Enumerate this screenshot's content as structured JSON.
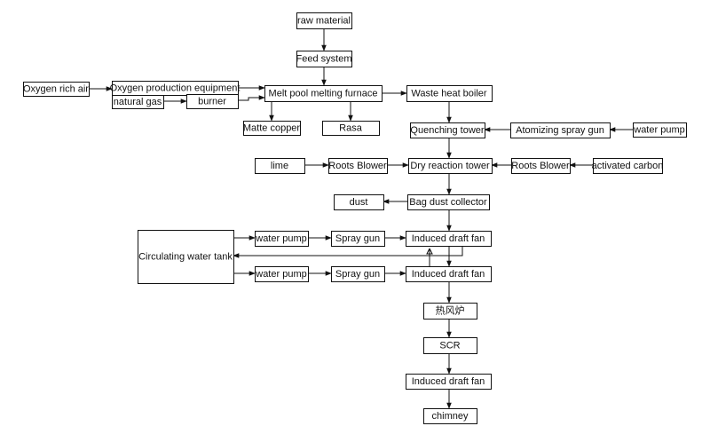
{
  "diagram": {
    "nodes": [
      {
        "id": "raw_material",
        "label": "raw material"
      },
      {
        "id": "feed_system",
        "label": "Feed system"
      },
      {
        "id": "oxygen_rich_air",
        "label": "Oxygen rich air"
      },
      {
        "id": "oxygen_equipment",
        "label": "Oxygen production equipment"
      },
      {
        "id": "natural_gas",
        "label": "natural gas"
      },
      {
        "id": "burner",
        "label": "burner"
      },
      {
        "id": "furnace",
        "label": "Melt pool melting furnace"
      },
      {
        "id": "waste_heat_boiler",
        "label": "Waste heat boiler"
      },
      {
        "id": "matte_copper",
        "label": "Matte copper"
      },
      {
        "id": "rasa",
        "label": "Rasa"
      },
      {
        "id": "quenching_tower",
        "label": "Quenching tower"
      },
      {
        "id": "atomizing_gun",
        "label": "Atomizing spray gun"
      },
      {
        "id": "water_pump_1",
        "label": "water pump"
      },
      {
        "id": "lime",
        "label": "lime"
      },
      {
        "id": "roots_blower_1",
        "label": "Roots Blower"
      },
      {
        "id": "dry_reaction_tower",
        "label": "Dry reaction tower"
      },
      {
        "id": "roots_blower_2",
        "label": "Roots Blower"
      },
      {
        "id": "activated_carbon",
        "label": "activated carbon"
      },
      {
        "id": "dust",
        "label": "dust"
      },
      {
        "id": "bag_dust_collector",
        "label": "Bag dust collector"
      },
      {
        "id": "circ_tank",
        "label": "Circulating water tank"
      },
      {
        "id": "water_pump_2",
        "label": "water pump"
      },
      {
        "id": "spray_gun_1",
        "label": "Spray gun"
      },
      {
        "id": "induced_fan_1",
        "label": "Induced draft fan"
      },
      {
        "id": "water_pump_3",
        "label": "water pump"
      },
      {
        "id": "spray_gun_2",
        "label": "Spray gun"
      },
      {
        "id": "induced_fan_2",
        "label": "Induced draft fan"
      },
      {
        "id": "hot_air_furnace",
        "label": "热风炉"
      },
      {
        "id": "scr",
        "label": "SCR"
      },
      {
        "id": "induced_fan_3",
        "label": "Induced draft fan"
      },
      {
        "id": "chimney",
        "label": "chimney"
      }
    ],
    "edges": [
      {
        "from": "raw_material",
        "to": "feed_system"
      },
      {
        "from": "feed_system",
        "to": "furnace"
      },
      {
        "from": "oxygen_rich_air",
        "to": "oxygen_equipment"
      },
      {
        "from": "oxygen_equipment",
        "to": "furnace"
      },
      {
        "from": "natural_gas",
        "to": "burner"
      },
      {
        "from": "burner",
        "to": "furnace"
      },
      {
        "from": "furnace",
        "to": "waste_heat_boiler"
      },
      {
        "from": "furnace",
        "to": "matte_copper"
      },
      {
        "from": "furnace",
        "to": "rasa"
      },
      {
        "from": "waste_heat_boiler",
        "to": "quenching_tower"
      },
      {
        "from": "water_pump_1",
        "to": "atomizing_gun"
      },
      {
        "from": "atomizing_gun",
        "to": "quenching_tower"
      },
      {
        "from": "quenching_tower",
        "to": "dry_reaction_tower"
      },
      {
        "from": "lime",
        "to": "roots_blower_1"
      },
      {
        "from": "roots_blower_1",
        "to": "dry_reaction_tower"
      },
      {
        "from": "activated_carbon",
        "to": "roots_blower_2"
      },
      {
        "from": "roots_blower_2",
        "to": "dry_reaction_tower"
      },
      {
        "from": "dry_reaction_tower",
        "to": "bag_dust_collector"
      },
      {
        "from": "bag_dust_collector",
        "to": "dust"
      },
      {
        "from": "bag_dust_collector",
        "to": "induced_fan_1"
      },
      {
        "from": "circ_tank",
        "to": "water_pump_2"
      },
      {
        "from": "water_pump_2",
        "to": "spray_gun_1"
      },
      {
        "from": "spray_gun_1",
        "to": "induced_fan_1"
      },
      {
        "from": "circ_tank",
        "to": "water_pump_3"
      },
      {
        "from": "water_pump_3",
        "to": "spray_gun_2"
      },
      {
        "from": "spray_gun_2",
        "to": "induced_fan_2"
      },
      {
        "from": "induced_fan_1",
        "to": "circ_tank"
      },
      {
        "from": "induced_fan_1",
        "to": "induced_fan_2"
      },
      {
        "from": "induced_fan_2",
        "to": "hot_air_furnace"
      },
      {
        "from": "hot_air_furnace",
        "to": "scr"
      },
      {
        "from": "scr",
        "to": "induced_fan_3"
      },
      {
        "from": "induced_fan_3",
        "to": "chimney"
      }
    ]
  }
}
